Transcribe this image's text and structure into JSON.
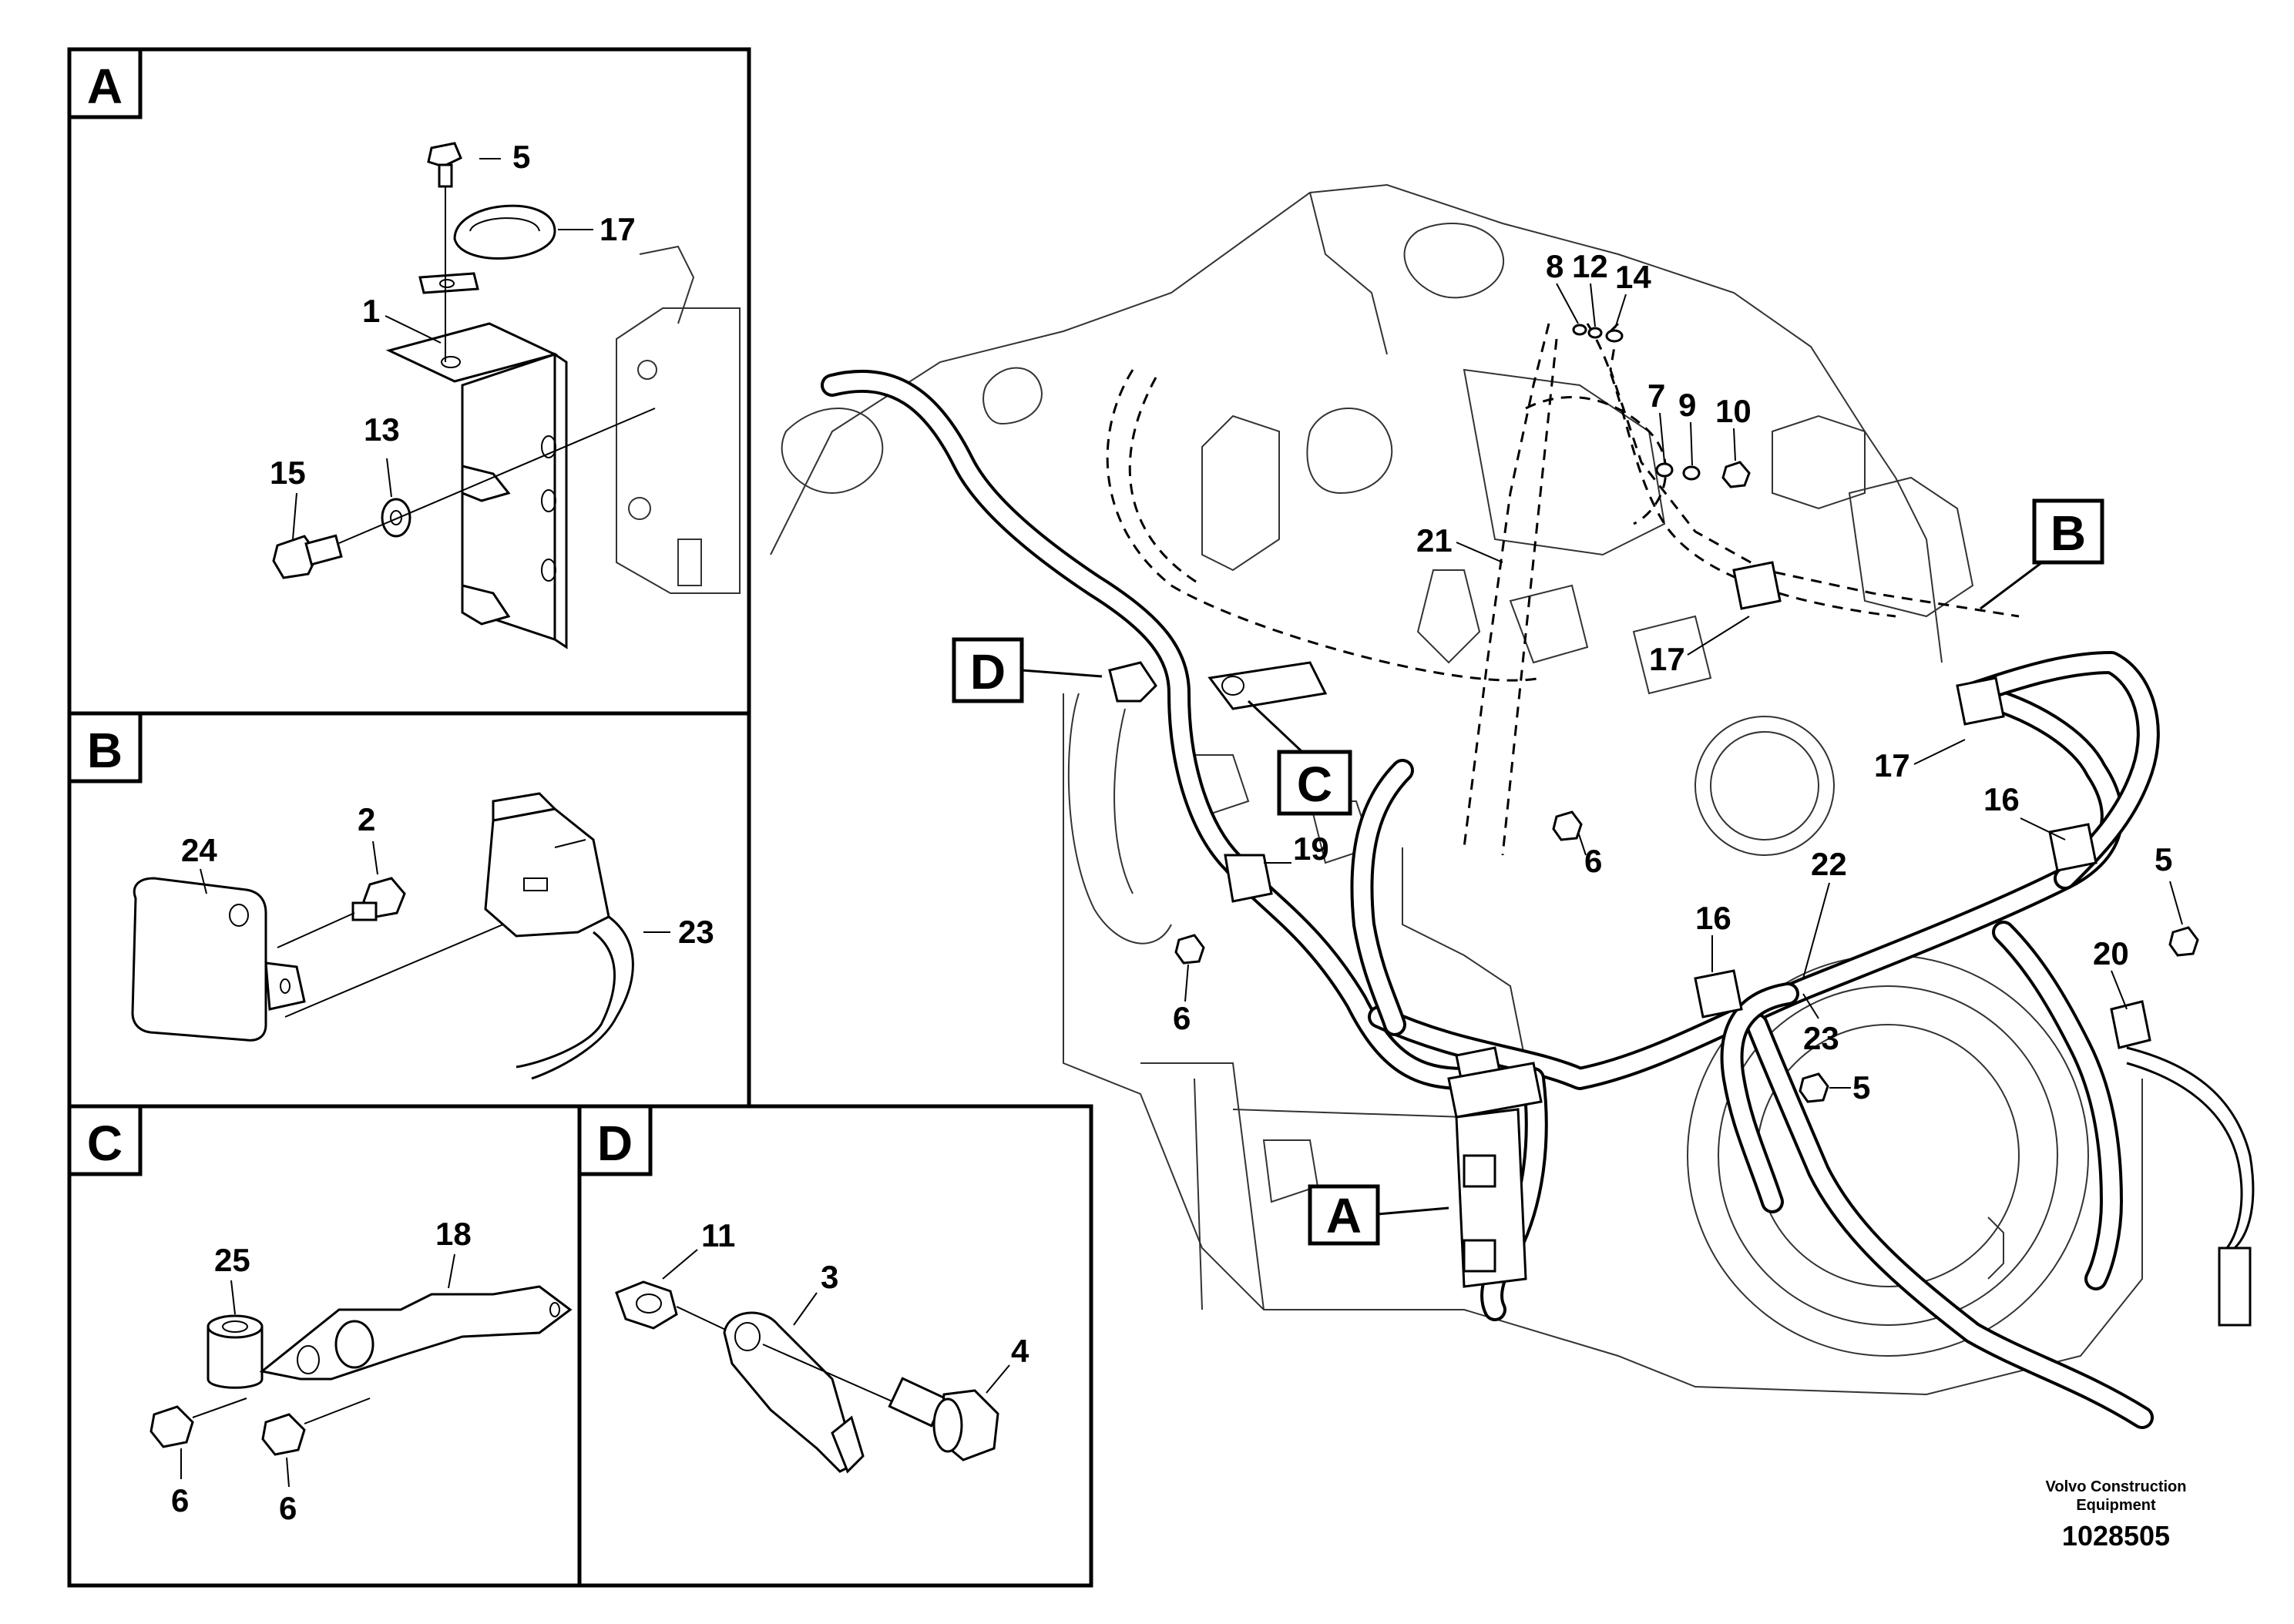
{
  "document": {
    "credit_line1": "Volvo Construction",
    "credit_line2": "Equipment",
    "drawing_number": "1028505"
  },
  "insets": {
    "A": {
      "letter": "A",
      "callouts": [
        "5",
        "17",
        "1",
        "13",
        "15"
      ]
    },
    "B": {
      "letter": "B",
      "callouts": [
        "2",
        "24",
        "23"
      ]
    },
    "C": {
      "letter": "C",
      "callouts": [
        "25",
        "18",
        "6",
        "6"
      ]
    },
    "D": {
      "letter": "D",
      "callouts": [
        "11",
        "3",
        "4"
      ]
    }
  },
  "main_view": {
    "view_tags": [
      "A",
      "B",
      "C",
      "D"
    ],
    "callouts": [
      "8",
      "12",
      "14",
      "7",
      "9",
      "10",
      "21",
      "17",
      "17",
      "16",
      "16",
      "22",
      "19",
      "6",
      "6",
      "5",
      "5",
      "20",
      "23"
    ]
  }
}
